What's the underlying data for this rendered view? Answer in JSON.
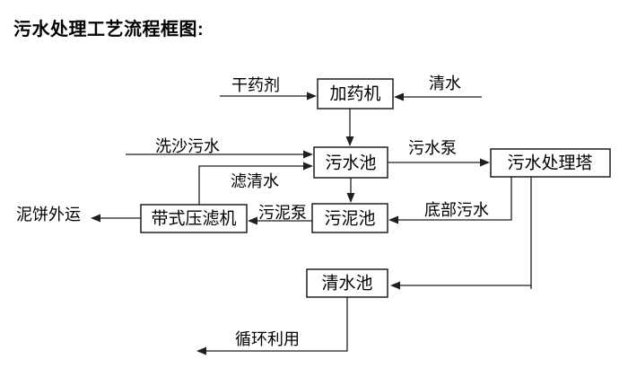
{
  "title": "污水处理工艺流程框图:",
  "diagram": {
    "nodes": {
      "dosing_machine": "加药机",
      "sewage_pool": "污水池",
      "sewage_treatment_tower": "污水处理塔",
      "sludge_pool": "污泥池",
      "belt_filter_press": "带式压滤机",
      "clean_water_pool": "清水池"
    },
    "labels": {
      "dry_chemical": "干药剂",
      "clean_water": "清水",
      "sand_washing_sewage": "洗沙污水",
      "filtered_water": "滤清水",
      "sewage_pump": "污水泵",
      "sludge_pump": "污泥泵",
      "bottom_sewage": "底部污水",
      "mud_cake_outbound": "泥饼外运",
      "recycling": "循环利用"
    },
    "colors": {
      "line": "#1f1f1f",
      "text": "#000000",
      "background": "#ffffff"
    }
  }
}
